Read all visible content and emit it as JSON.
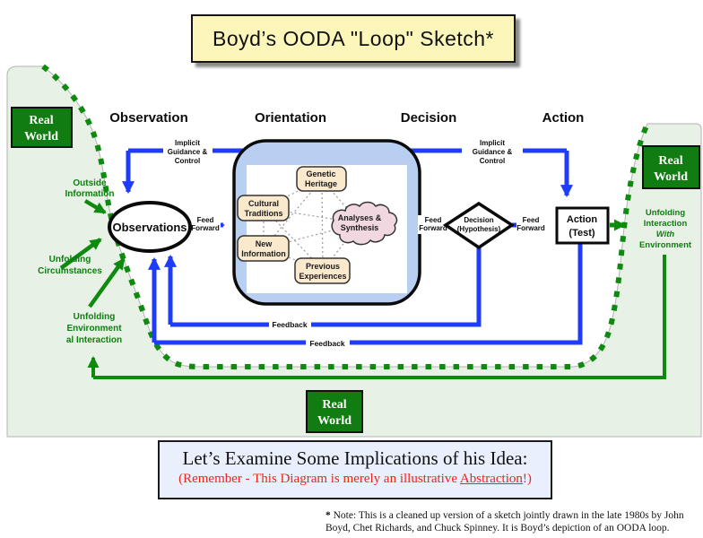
{
  "title": "Boyd’s OODA \"Loop\" Sketch*",
  "phases": {
    "observation": "Observation",
    "orientation": "Orientation",
    "decision": "Decision",
    "action": "Action"
  },
  "loop": {
    "observations": "Observations",
    "decision": [
      "Decision",
      "(Hypothesis)"
    ],
    "action": [
      "Action",
      "(Test)"
    ]
  },
  "orientation_nodes": {
    "genetic": [
      "Genetic",
      "Heritage"
    ],
    "cultural": [
      "Cultural",
      "Traditions"
    ],
    "analyses": [
      "Analyses &",
      "Synthesis"
    ],
    "new_information": [
      "New",
      "Information"
    ],
    "previous": [
      "Previous",
      "Experiences"
    ]
  },
  "flow": {
    "implicit": [
      "Implicit",
      "Guidance &",
      "Control"
    ],
    "feed": [
      "Feed",
      "Forward"
    ],
    "feedback": "Feedback"
  },
  "environment": {
    "real_world": [
      "Real",
      "World"
    ],
    "outside_information": [
      "Outside",
      "Information"
    ],
    "unfolding_circumstances": [
      "Unfolding",
      "Circumstances"
    ],
    "unfolding_environmental": [
      "Unfolding",
      "Environment",
      "al Interaction"
    ],
    "unfolding_interaction": [
      "Unfolding",
      "Interaction",
      "With",
      "Environment"
    ]
  },
  "caption": {
    "line1": "Let’s Examine Some Implications of his Idea:",
    "line2_prefix": "(Remember - This Diagram is merely an illustrative ",
    "line2_link": "Abstraction",
    "line2_suffix": "!)"
  },
  "footnote": {
    "marker": "* ",
    "text": "Note: This is a cleaned up version of a sketch jointly drawn in the late 1980s by John Boyd, Chet Richards, and Chuck Spinney.  It is Boyd’s depiction of an OODA loop."
  },
  "colors": {
    "flow_blue": "#1e3cfa",
    "env_green": "#0e8a0e",
    "real_world_green": "#117c11",
    "background_green": "#e7f1e6",
    "title_yellow": "#fcf6bb",
    "caption_lavender": "#e9effc",
    "node_tan": "#fbe9cd",
    "cloud_pink": "#f0d7e0",
    "orientation_blue": "#b9cff2",
    "caption_red": "#f02419"
  }
}
